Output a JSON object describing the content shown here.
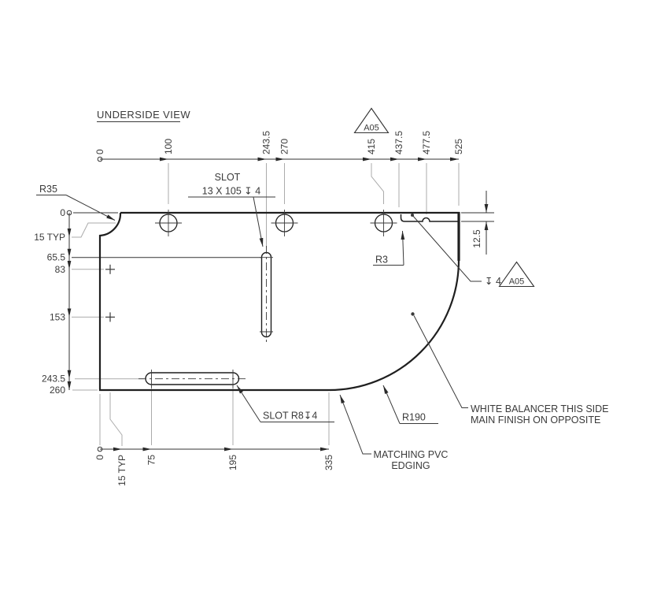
{
  "title": "UNDERSIDE VIEW",
  "dims_top": [
    "0",
    "100",
    "243.5",
    "270",
    "415",
    "437.5",
    "477.5",
    "525"
  ],
  "dims_left": [
    "0",
    "15 TYP",
    "65.5",
    "83",
    "153",
    "243.5",
    "260"
  ],
  "dims_bottom": [
    "0",
    "15 TYP",
    "75",
    "195",
    "335"
  ],
  "dim_right": "12.5",
  "notes": {
    "corner_radius": "R35",
    "slot_v_title": "SLOT",
    "slot_v_spec": "13 X 105 ↧ 4",
    "notch_radius": "R3",
    "depth_spec": "↧ 4",
    "finish_flag": "A05",
    "slot_b_spec": "SLOT R8↧4",
    "curve_radius": "R190",
    "edging_1": "MATCHING PVC",
    "edging_2": "EDGING",
    "balancer_1": "WHITE BALANCER THIS SIDE",
    "balancer_2": "MAIN FINISH ON OPPOSITE"
  },
  "colors": {
    "outline": "#1f1f1f",
    "dimension": "#333333",
    "extension": "#ababab",
    "text": "#3a3a3a",
    "background": "#ffffff"
  }
}
